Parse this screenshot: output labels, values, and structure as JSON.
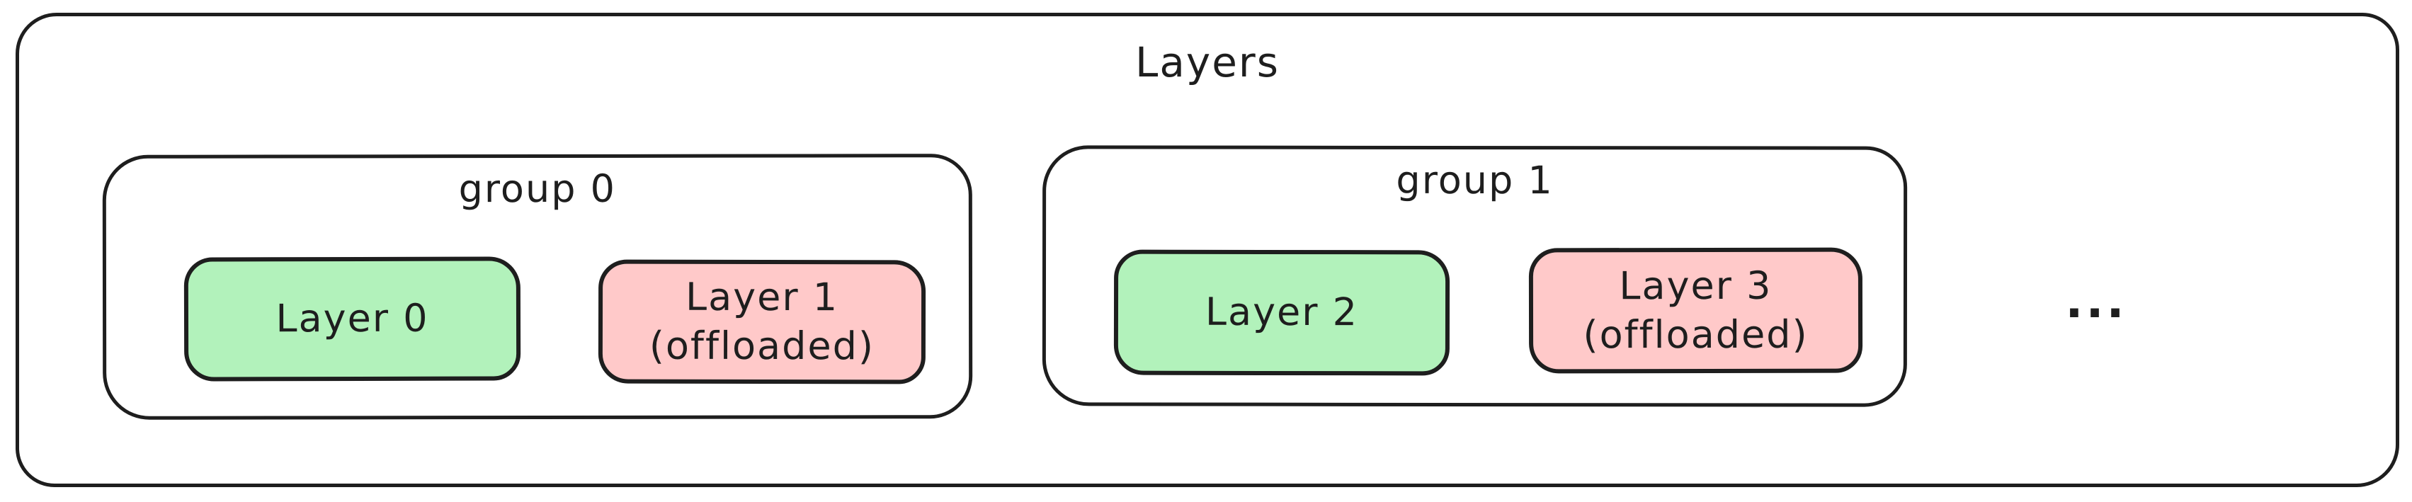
{
  "title": "Layers",
  "ellipsis": "...",
  "colors": {
    "stroke": "#1e1e1e",
    "text": "#1e1e1e",
    "background": "#ffffff",
    "loaded_fill": "#b2f2bb",
    "offloaded_fill": "#ffc9c9"
  },
  "groups": [
    {
      "label": "group 0",
      "layers": [
        {
          "name": "Layer 0",
          "state": "loaded"
        },
        {
          "name": "Layer 1",
          "note": "(offloaded)",
          "state": "offloaded"
        }
      ]
    },
    {
      "label": "group 1",
      "layers": [
        {
          "name": "Layer 2",
          "state": "loaded"
        },
        {
          "name": "Layer 3",
          "note": "(offloaded)",
          "state": "offloaded"
        }
      ]
    }
  ]
}
